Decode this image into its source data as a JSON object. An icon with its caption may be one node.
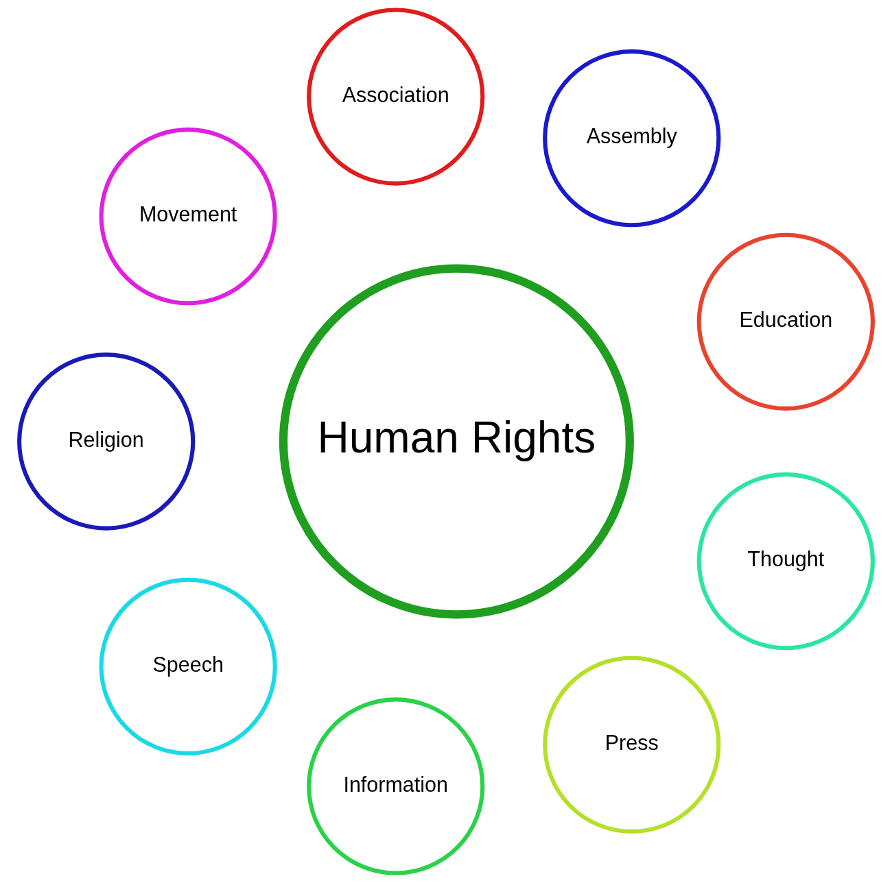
{
  "diagram": {
    "nodes": [
      {
        "text": [
          "Human Rights"
        ]
      },
      {
        "text": [
          "Education"
        ]
      },
      {
        "text": [
          "Assembly"
        ]
      },
      {
        "text": [
          "Association"
        ]
      },
      {
        "text": [
          "Movement"
        ]
      },
      {
        "text": [
          "Religion"
        ]
      },
      {
        "text": [
          "Speech"
        ]
      },
      {
        "text": [
          "Information"
        ]
      },
      {
        "text": [
          "Press"
        ]
      },
      {
        "text": [
          "Thought"
        ]
      }
    ],
    "edges": []
  }
}
